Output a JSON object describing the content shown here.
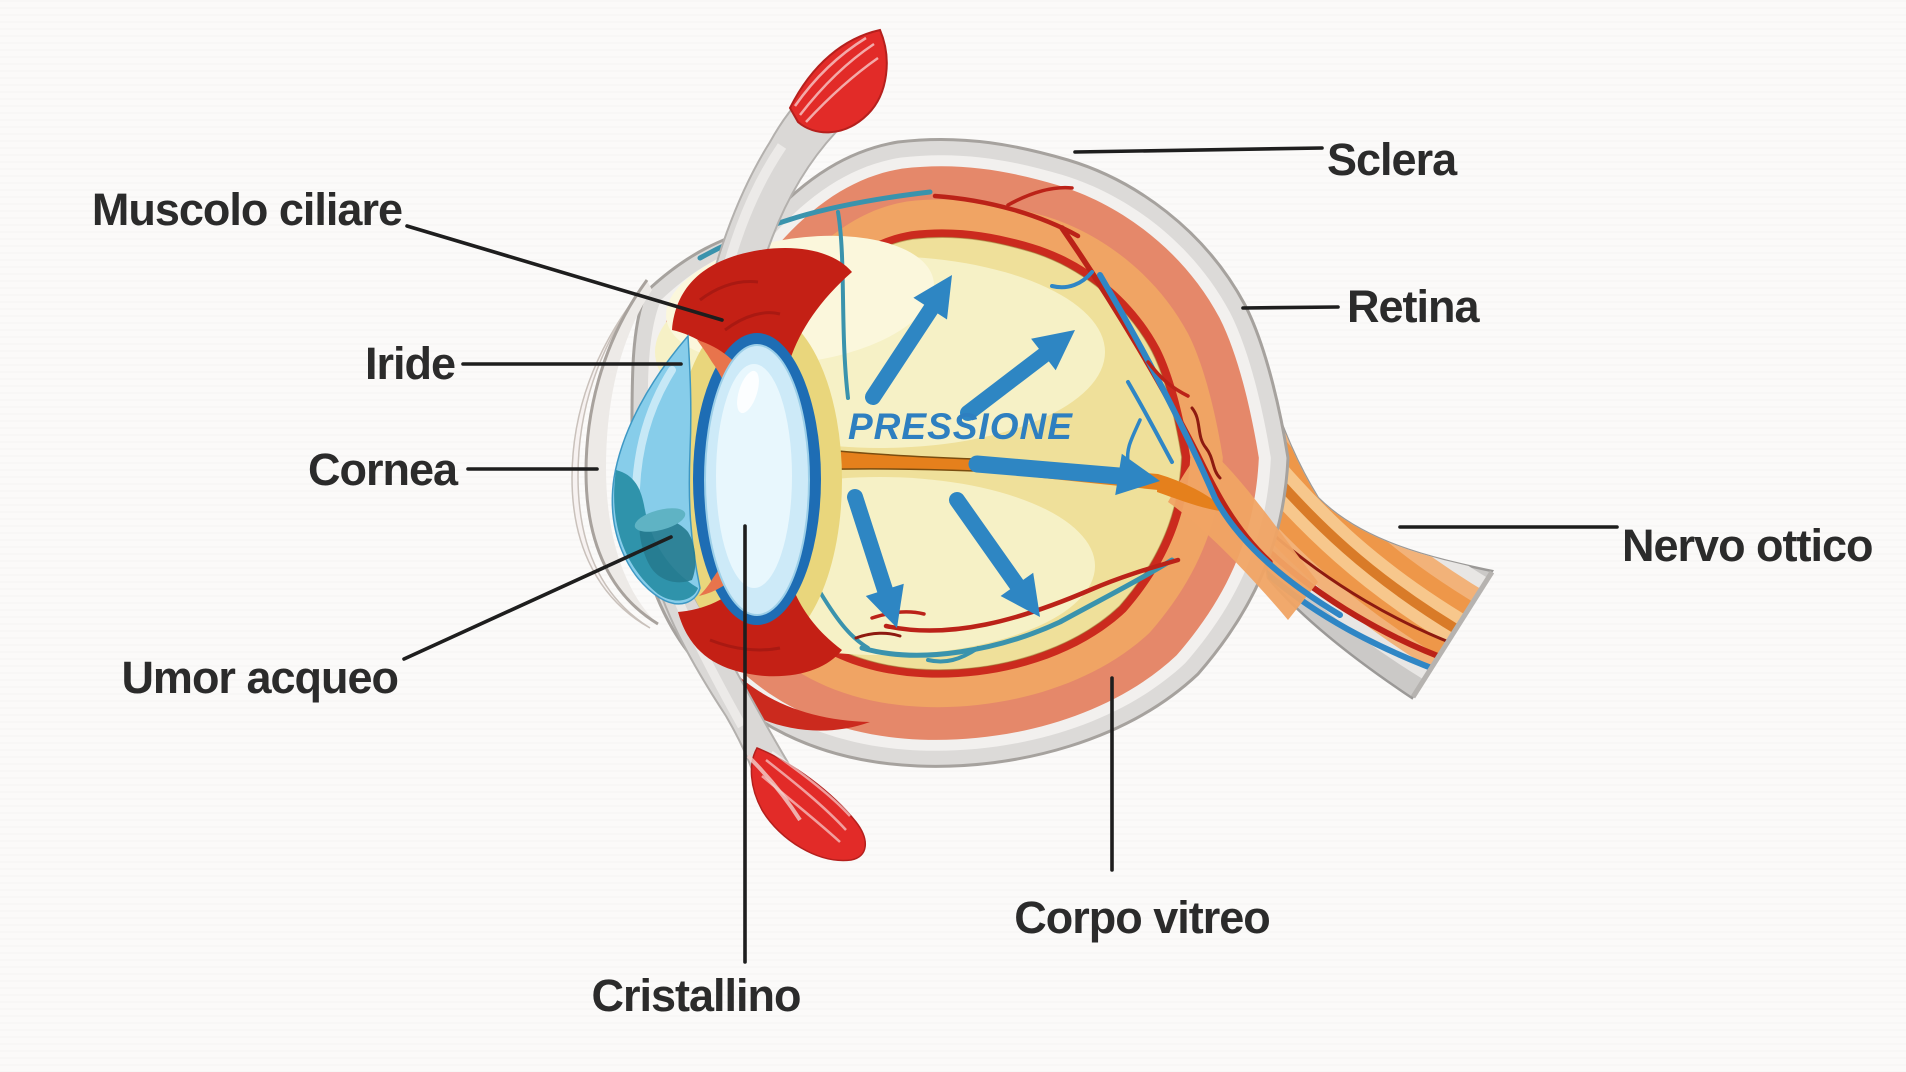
{
  "figure": {
    "pressure_label": "PRESSIONE",
    "labels": {
      "muscolo_ciliare": "Muscolo ciliare",
      "iride": "Iride",
      "cornea": "Cornea",
      "umor_acqueo": "Umor acqueo",
      "cristallino": "Cristallino",
      "corpo_vitreo": "Corpo vitreo",
      "sclera": "Sclera",
      "retina": "Retina",
      "nervo_ottico": "Nervo ottico"
    },
    "colors": {
      "label_ink": "#2b2b2b",
      "leader_line": "#1e1e1e",
      "arrow_blue": "#2e86c3",
      "pressure_text_blue": "#2e7fc0",
      "sclera_gray": "#dcdad8",
      "choroid_salmon": "#e5886a",
      "retina_orange": "#f0a464",
      "red_layer": "#cb2a1e",
      "vitreous_yellow": "#efe09a",
      "vitreous_light": "#f6f1c6",
      "vessel_red": "#bb2218",
      "vessel_blue": "#2f86c5",
      "iris_orange": "#e8744c",
      "pupil_ring_blue": "#1e6db4",
      "aqueous_light_blue": "#87cdea",
      "aqueous_teal": "#2f93ab",
      "lens_blue": "#cdeaf8",
      "canal_orange": "#e5801c",
      "muscle_red": "#e22b28",
      "nerve_orange": "#ee9749"
    }
  }
}
